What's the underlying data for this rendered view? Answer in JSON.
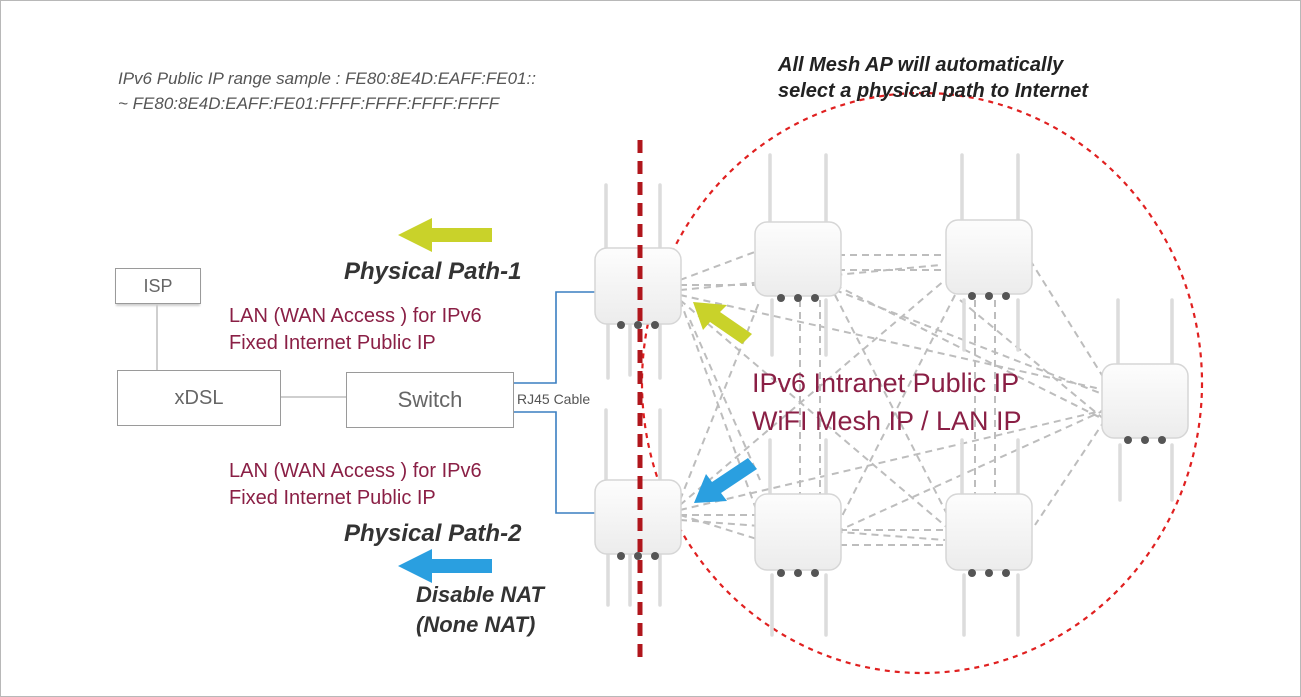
{
  "header": {
    "range_line_1": "IPv6 Public IP range sample : FE80:8E4D:EAFF:FE01::",
    "range_line_2": "~ FE80:8E4D:EAFF:FE01:FFFF:FFFF:FFFF:FFFF",
    "mesh_note_line_1": "All Mesh AP will automatically",
    "mesh_note_line_2": "select a physical path to Internet"
  },
  "nodes": {
    "isp": "ISP",
    "xdsl": "xDSL",
    "switch": "Switch",
    "cable": "RJ45 Cable"
  },
  "paths": {
    "path1_label": "Physical Path-1",
    "path2_label": "Physical Path-2",
    "lan1_line_1": "LAN (WAN Access ) for IPv6",
    "lan1_line_2": "Fixed Internet Public IP",
    "lan2_line_1": "LAN (WAN Access ) for IPv6",
    "lan2_line_2": "Fixed Internet Public IP"
  },
  "mesh": {
    "intranet_line_1": "IPv6 Intranet Public IP",
    "intranet_line_2": "WiFI Mesh IP / LAN IP"
  },
  "nat": {
    "line_1": "Disable NAT",
    "line_2": "(None NAT)"
  },
  "colors": {
    "path1_arrow": "#c9d22a",
    "path2_arrow": "#2a9fe0",
    "divider": "#b0161c",
    "label_accent": "#8a1f45"
  }
}
